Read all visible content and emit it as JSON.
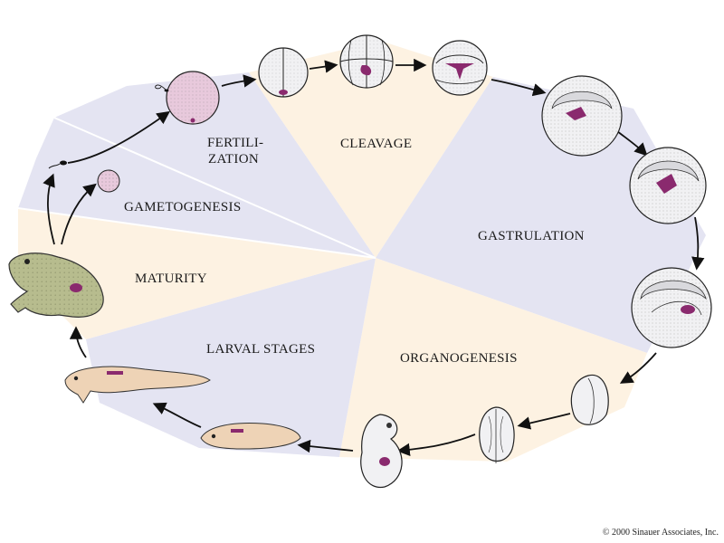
{
  "stages": {
    "fertilization_line1": "FERTILI-",
    "fertilization_line2": "ZATION",
    "cleavage": "CLEAVAGE",
    "gastrulation": "GASTRULATION",
    "organogenesis": "ORGANOGENESIS",
    "larval_stages": "LARVAL STAGES",
    "maturity": "MATURITY",
    "gametogenesis": "GAMETOGENESIS"
  },
  "colors": {
    "lavender": "#e4e4f2",
    "cream": "#fdf2e2",
    "embryo_mark": "#8a2a6e",
    "egg_pink": "#e8c9dc",
    "frog_green": "#b7bc8e",
    "tadpole_tan": "#eed3b6"
  },
  "copyright": "© 2000 Sinauer Associates, Inc."
}
